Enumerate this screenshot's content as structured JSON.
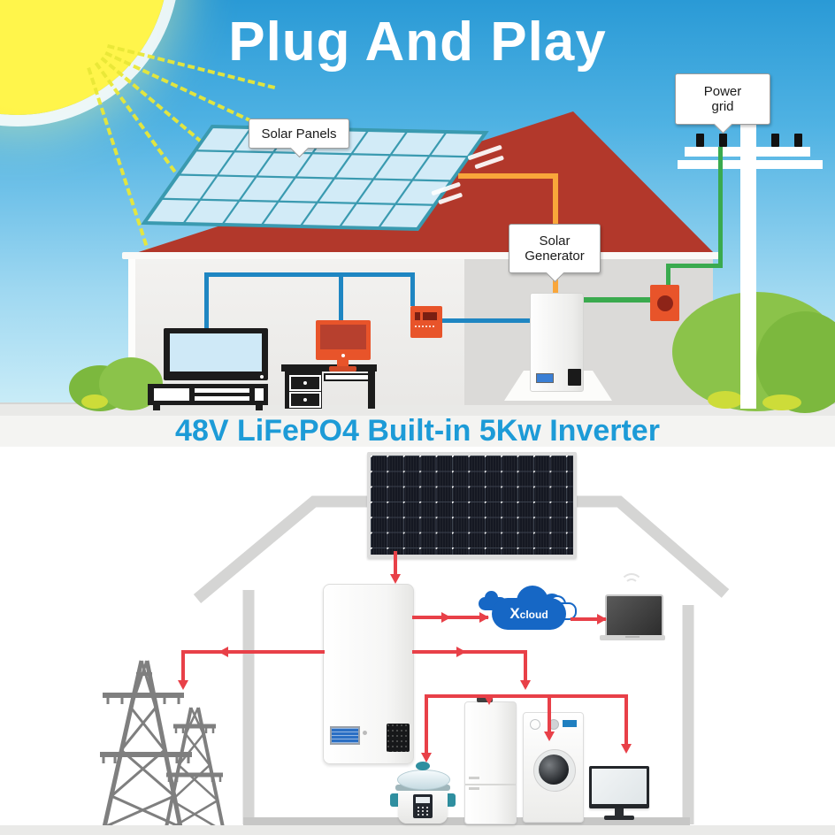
{
  "title": "Plug And Play",
  "banner": "48V LiFePO4 Built-in 5Kw Inverter",
  "labels": {
    "solar_panels": "Solar Panels",
    "solar_generator": "Solar Generator",
    "power_grid": "Power grid"
  },
  "cloud": {
    "label": "Xcloud"
  },
  "colors": {
    "sky_top": "#2a9ad6",
    "sky_bottom": "#cdeef8",
    "roof_red": "#b2382b",
    "panel_teal": "#3a9ab0",
    "wire_blue": "#1f86c2",
    "wire_green": "#3aaa4e",
    "wire_orange": "#f9a63a",
    "wire_red": "#e84048",
    "cloud_blue": "#1667c5",
    "banner_text": "#1d9bd7",
    "grass_green": "#8bc34a"
  }
}
